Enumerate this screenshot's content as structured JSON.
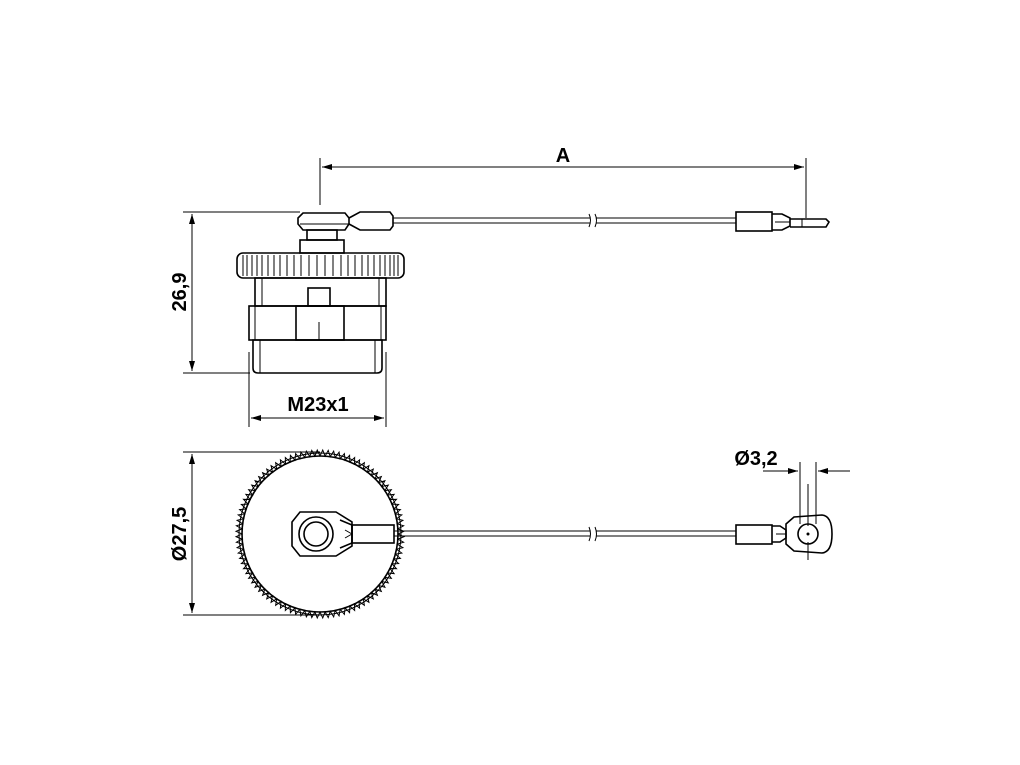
{
  "dimensions": {
    "cable_length": "A",
    "height": "26,9",
    "thread": "M23x1",
    "cap_diameter": "Ø27,5",
    "eyelet_hole_diameter": "Ø3,2"
  },
  "colors": {
    "line": "#000000",
    "background": "#ffffff"
  }
}
